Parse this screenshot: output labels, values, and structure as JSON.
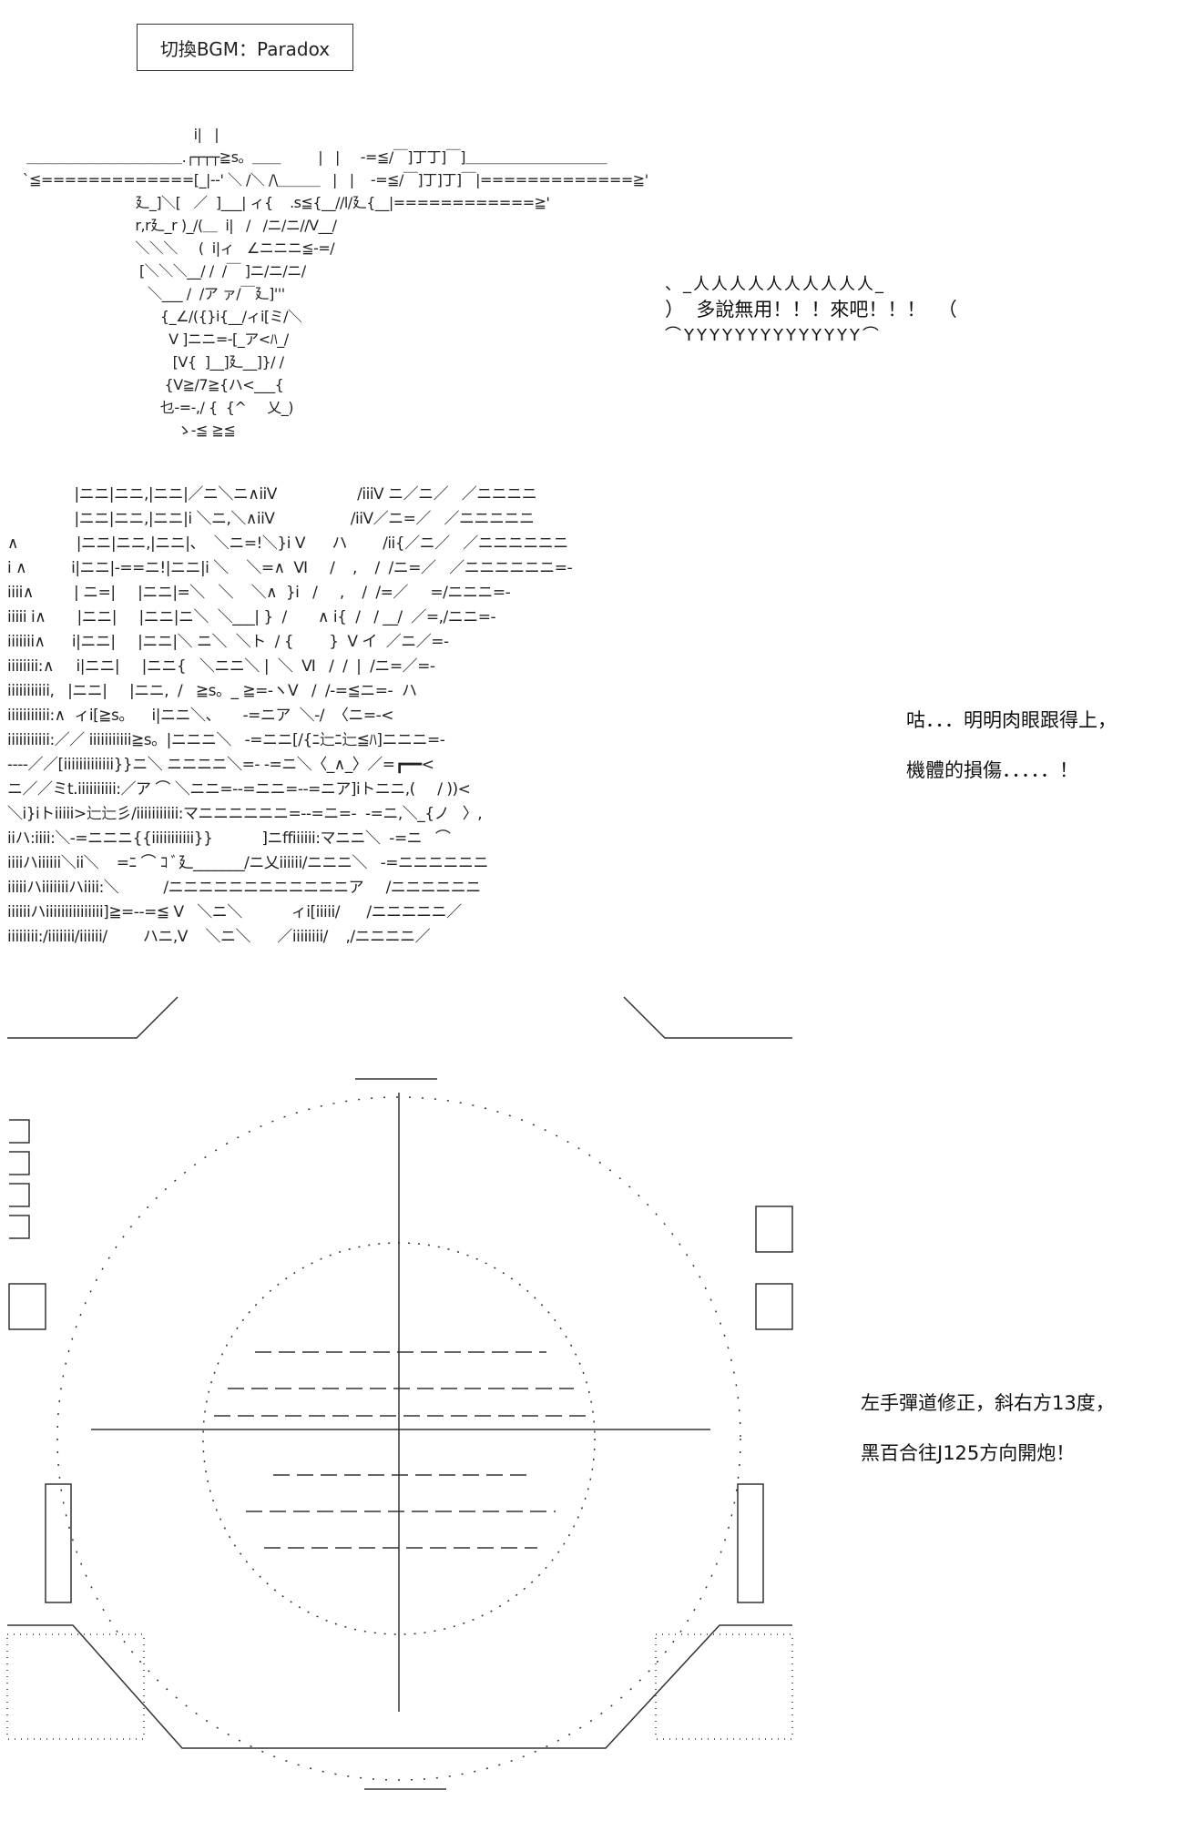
{
  "bgm_box": {
    "label": "切換BGM：Paradox"
  },
  "ship_art": [
    "                                          i|   |",
    "  ＿＿＿＿＿＿＿＿＿＿＿.┌┬┬┬≧s。＿＿         |   |     -=≦/￣]丁丁]￣]＿＿＿＿＿＿＿＿＿＿",
    " `≦=============[_|--' ＼ /＼ /\\＿＿＿   |   |    -=≦/￣]丁]丁]￣|=============≧'",
    "                            廴_]＼[   ／  ]___| ィ{    .s≦{__//l/廴{__|============≧'",
    "                            r,r廴_r )_/(＿  i|   /   /ニ/ニ//V__/",
    "                            ＼＼＼     (  i|ィ   ∠ニニニ≦-=/",
    "                             [＼＼＼__/ /  /￣ ]ニ/ニ/ニ/",
    "                               ＼___ /  /ア ァ/￣廴]'''",
    "                                  {_∠/({}i{__/ィi[ミ/＼",
    "                                    V ]ニニ=-[_ア<ﾊ_/",
    "                                     [V{  ]__]廴__]}/ /",
    "                                   {V≧/7≧{ハ<___{",
    "                                  乜-=-,/ {  {^     乂_)",
    "                                      ゝ-≦ ≧≦"
  ],
  "shout_bubble": {
    "top": "、_人人人人人人人人人人_",
    "text": "）  多說無用！！！來吧！！！  （",
    "bottom": "⌒YYYYYYYYYYYYYY⌒"
  },
  "explosion_art": [
    "               |ニニ|ニニ,|ニニ|／ニ＼ニ∧iiV                  /iiiV ニ／ニ／   ／ニニニニ",
    "               |ニニ|ニニ,|ニニ|i ＼ニ,＼∧iiV                 /iiV／ニ=／   ／ニニニニニ",
    "∧             |ニニ|ニニ,|ニニ|、  ＼ニ=!＼}i V      ハ        /ii{／ニ／   ／ニニニニニニ",
    "i ∧          i|ニニ|-==ニ!|ニニ|i ＼    ＼=∧  Ⅵ     /    ,    /  /ニ=／   ／ニニニニニニ=-",
    "iiii∧         | ニ=|     |ニニ|=＼   ＼    ＼∧  }i   /     ,    /  /=／     =/ニニニ=-",
    "iiiii i∧       |ニニ|     |ニニ|ニ＼  ＼___| }  /       ∧ i{  /   / __/  ／=,/ニニ=-",
    "iiiiiii∧      i|ニニ|     |ニニ|＼ ニ＼  ＼ト  / {        }  V イ  ／ニ／=-",
    "iiiiiiii:∧     i|ニニ|     |ニニ{   ＼ニニ＼ |  ＼  Ⅵ   /  /  |  /ニ=／=-",
    "iiiiiiiiiii,   |ニニ|     |ニニ,  /   ≧s。_ ≧=-ヽV   /  /-=≦ニ=-  ハ",
    "iiiiiiiiiii:∧  ィi[≧s。    i|ニニ＼、     -=ニア  ＼-/  〈ニ=-<",
    "iiiiiiiiiii:／／ iiiiiiiiiii≧s。|ニニニ＼   -=ニニ[/{ﾆ辷ﾆ辷≦ﾊ]ニニニ=-",
    "----／／[iiiiiiiiiiiii}}ニ＼ ニニニニ＼=- -=ニ＼〈_∧_〉／=┏━━<",
    "ニ／／ミt.iiiiiiiiii:／ア ⌒ ＼ニニ=--=ニニ=--=ニア]iトニニ,(     / ))<",
    "＼i}iトiiiii>辷辷彡/iiiiiiiiiii:マニニニニニニ=--=ニ=-  -=ニ,＼_{ノ   〉,",
    "iiハ:iiii:＼-=ニニニ{{iiiiiiiiiii}}           ]ニffiiiiii:マニニ＼  -=ニ   ⌒",
    "iiiiハiiiiii＼ii＼    =ﾆ ⌒ ｺ ﾞ廴_______/ニ乂iiiiii/ニニニ＼   -=ニニニニニニ",
    "iiiiiハiiiiiiiハiiii:＼          /ニニニニニニニニニニニニア     /ニニニニニニ",
    "iiiiiiハiiiiiiiiiiiiiii]≧=--=≦ V   ＼ニ＼           ィi[iiiii/      /ニニニニニ／",
    "iiiiiiii:/iiiiiii/iiiiii/        ハニ,V    ＼ニ＼      ／iiiiiiii/    ,/ニニニニ／"
  ],
  "thought_lines": [
    "咕．．．明明肉眼跟得上，",
    "機體的損傷．．．．．！"
  ],
  "order_lines": [
    "左手彈道修正，斜右方13度，",
    "黑百合往J125方向開炮！"
  ]
}
